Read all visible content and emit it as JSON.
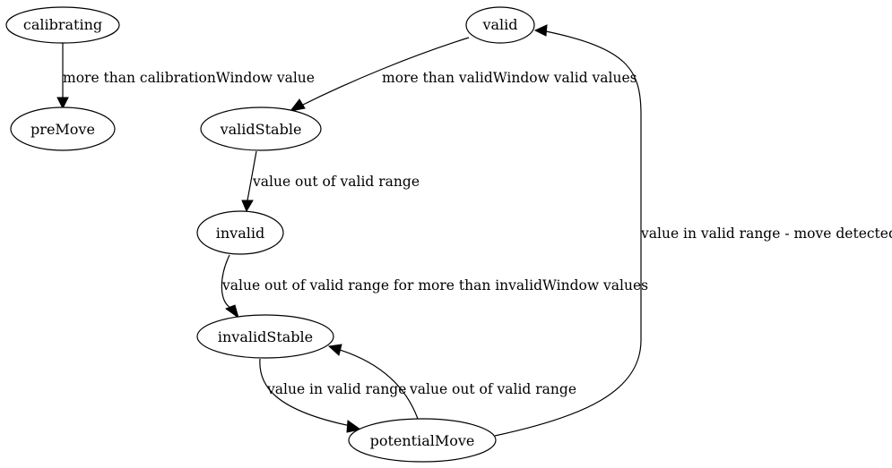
{
  "diagram": {
    "nodes": {
      "calibrating": "calibrating",
      "preMove": "preMove",
      "valid": "valid",
      "validStable": "validStable",
      "invalid": "invalid",
      "invalidStable": "invalidStable",
      "potentialMove": "potentialMove"
    },
    "edges": {
      "calibrating_to_preMove": "more than calibrationWindow value",
      "valid_to_validStable": "more than validWindow valid values",
      "validStable_to_invalid": "value out of valid range",
      "invalid_to_invalidStable": "value out of valid range for more than invalidWindow values",
      "invalidStable_to_potentialMove": "value in valid range",
      "potentialMove_to_invalidStable": "value out of valid range",
      "potentialMove_to_valid": "value in valid range - move detected?"
    },
    "colors": {
      "stroke": "#000000",
      "fill": "#ffffff",
      "text": "#000000"
    }
  }
}
